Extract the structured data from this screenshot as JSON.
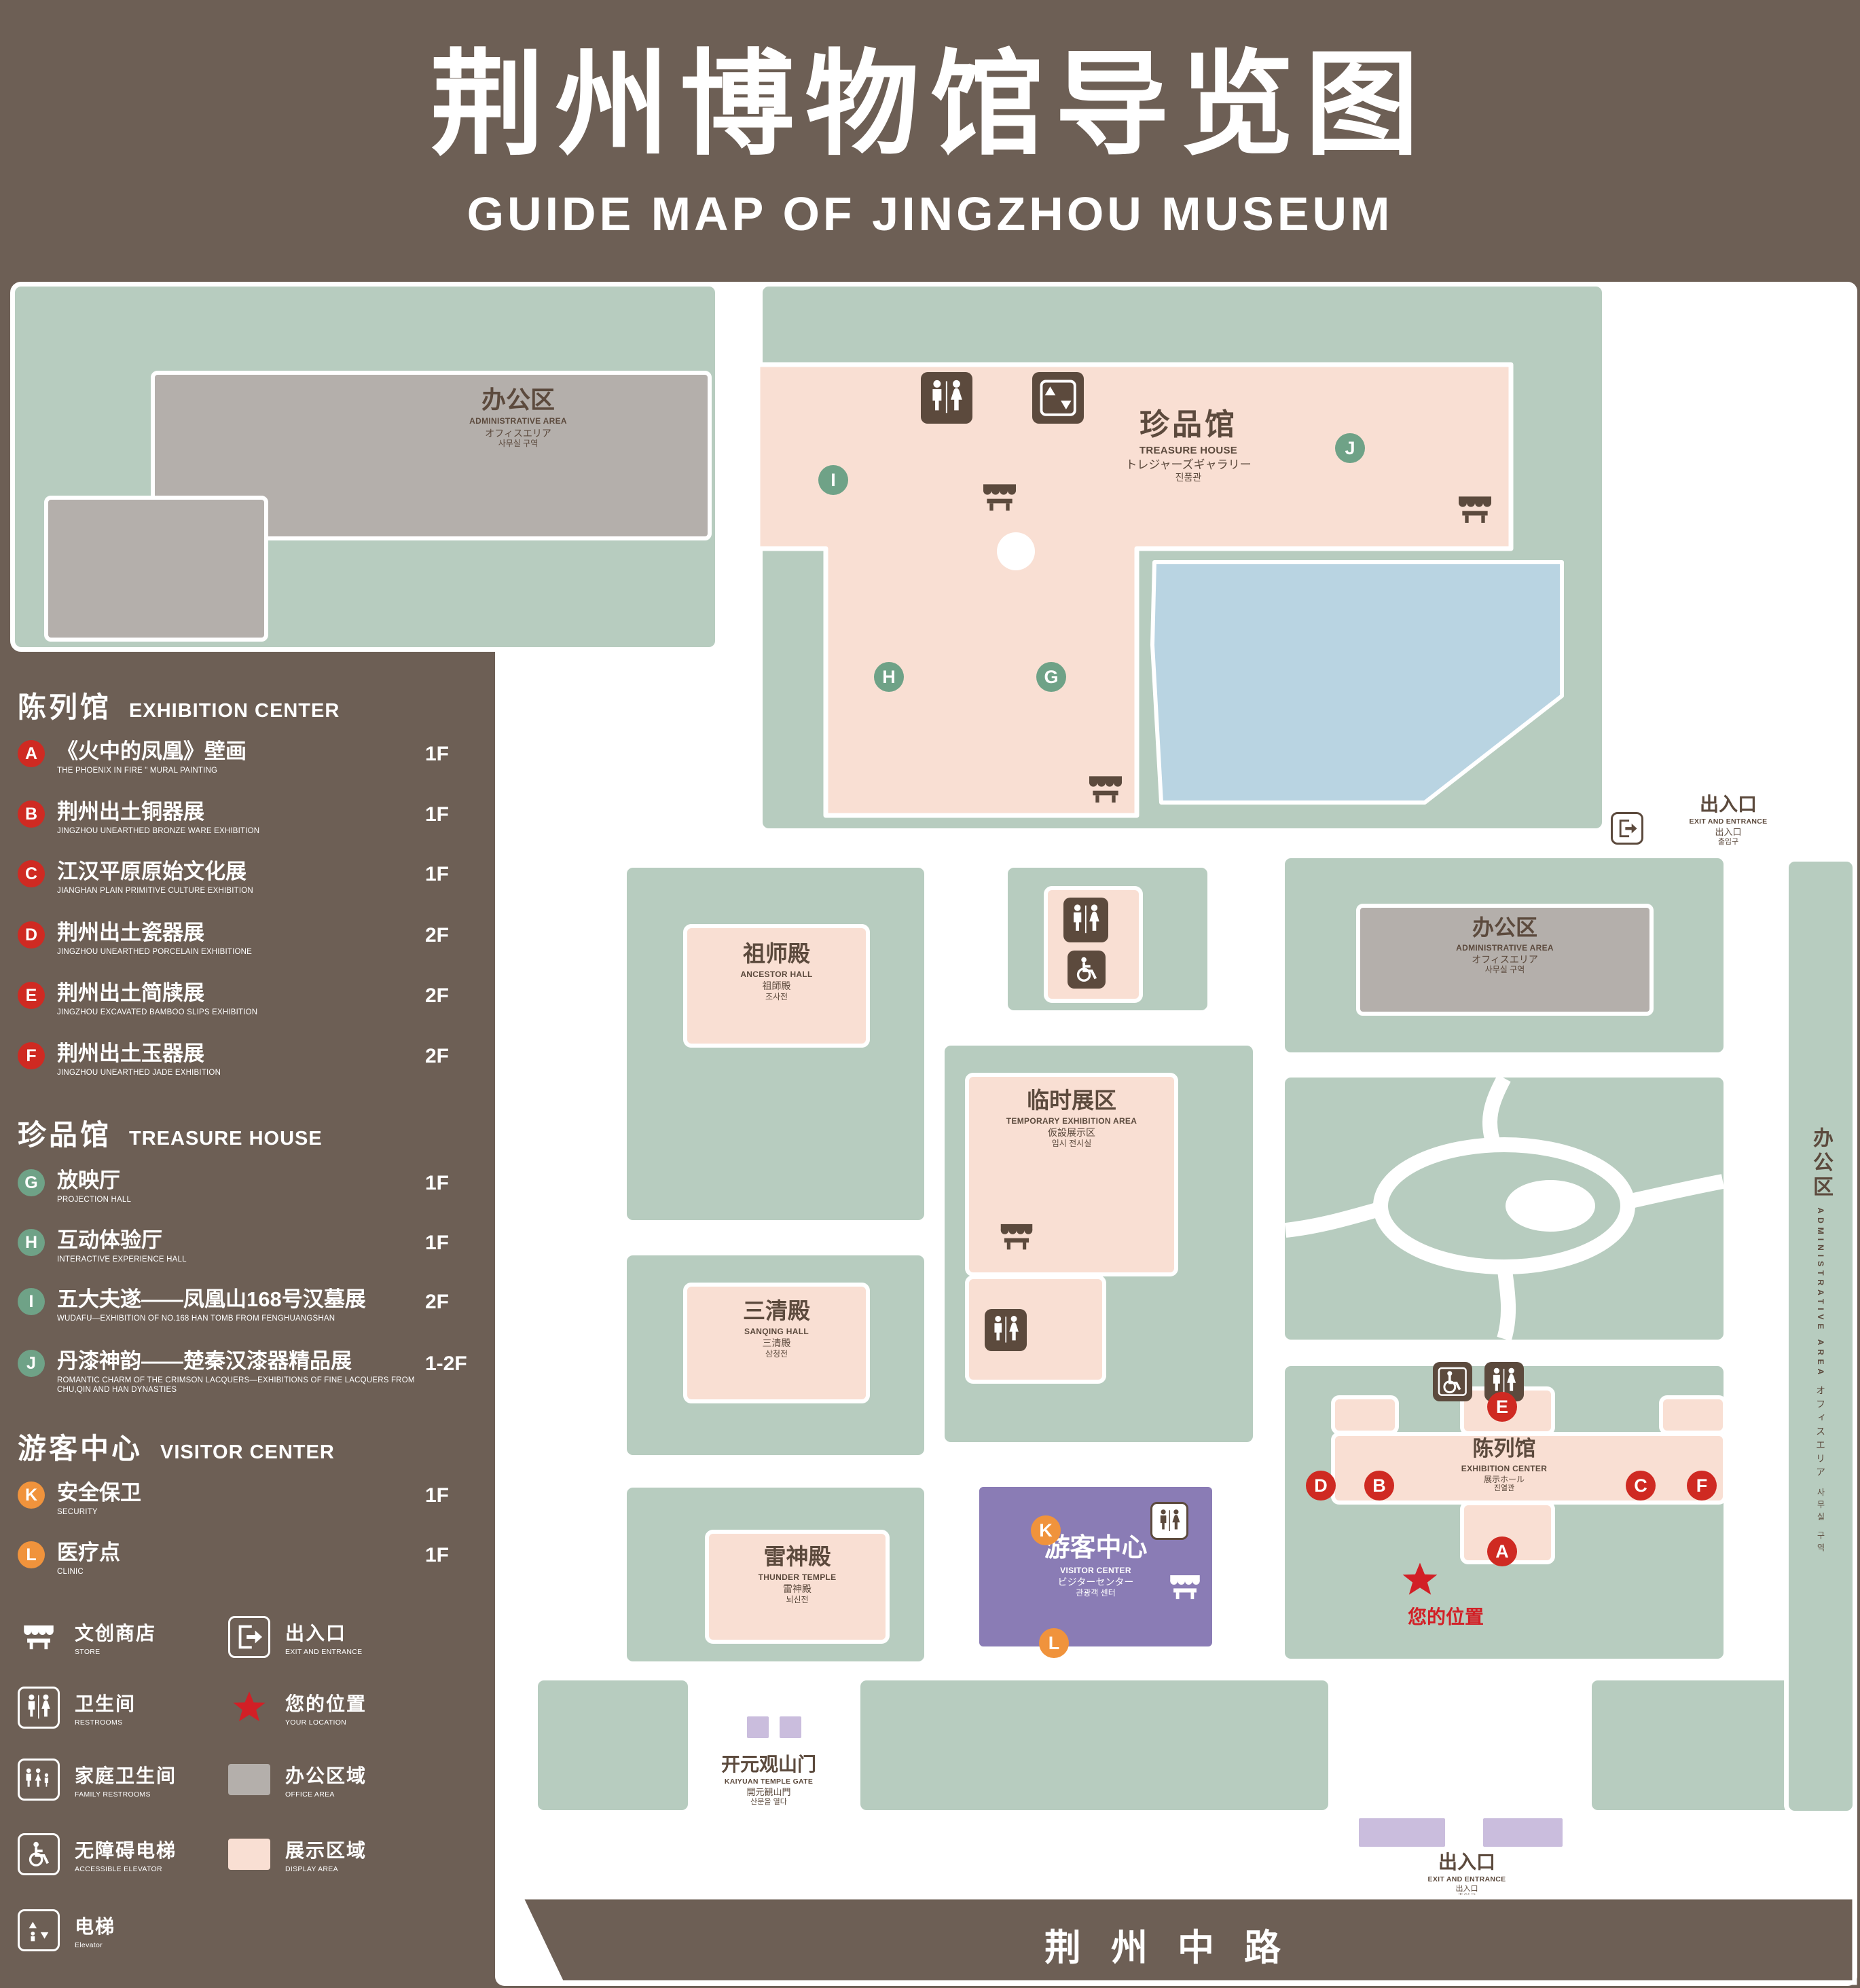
{
  "header": {
    "title_zh": "荆州博物馆导览图",
    "title_en": "GUIDE MAP OF JINGZHOU MUSEUM"
  },
  "colors": {
    "background": "#6d5f55",
    "green_area": "#b7ccbf",
    "display_area_pink": "#f9dfd3",
    "office_area_gray": "#b4afab",
    "pond_blue": "#b9d4e2",
    "visitor_center_purple": "#8a7cb5",
    "entrance_lavender": "#cabddd",
    "marker_red": "#cf2a22",
    "marker_green": "#6fa287",
    "marker_orange": "#f0933c",
    "label_brown": "#5c4a3d",
    "location_red": "#d21f26"
  },
  "legend": {
    "sections": [
      {
        "title_zh": "陈列馆",
        "title_en": "EXHIBITION CENTER",
        "items": [
          {
            "marker": "A",
            "zh": "《火中的凤凰》壁画",
            "en": "THE PHOENIX IN FIRE \" MURAL PAINTING",
            "floor": "1F"
          },
          {
            "marker": "B",
            "zh": "荆州出土铜器展",
            "en": "JINGZHOU UNEARTHED BRONZE WARE EXHIBITION",
            "floor": "1F"
          },
          {
            "marker": "C",
            "zh": "江汉平原原始文化展",
            "en": "JIANGHAN PLAIN PRIMITIVE CULTURE EXHIBITION",
            "floor": "1F"
          },
          {
            "marker": "D",
            "zh": "荆州出土瓷器展",
            "en": "JINGZHOU UNEARTHED PORCELAIN EXHIBITIONE",
            "floor": "2F"
          },
          {
            "marker": "E",
            "zh": "荆州出土简牍展",
            "en": "JINGZHOU EXCAVATED BAMBOO SLIPS EXHIBITION",
            "floor": "2F"
          },
          {
            "marker": "F",
            "zh": "荆州出土玉器展",
            "en": "JINGZHOU UNEARTHED JADE EXHIBITION",
            "floor": "2F"
          }
        ]
      },
      {
        "title_zh": "珍品馆",
        "title_en": "TREASURE HOUSE",
        "items": [
          {
            "marker": "G",
            "zh": "放映厅",
            "en": "PROJECTION HALL",
            "floor": "1F"
          },
          {
            "marker": "H",
            "zh": "互动体验厅",
            "en": "INTERACTIVE EXPERIENCE HALL",
            "floor": "1F"
          },
          {
            "marker": "I",
            "zh": "五大夫遂——凤凰山168号汉墓展",
            "en": "WUDAFU—EXHIBITION OF NO.168 HAN TOMB FROM FENGHUANGSHAN",
            "floor": "2F"
          },
          {
            "marker": "J",
            "zh": "丹漆神韵——楚秦汉漆器精品展",
            "en": "ROMANTIC CHARM OF THE CRIMSON LACQUERS—EXHIBITIONS OF FINE LACQUERS FROM CHU,QIN AND HAN DYNASTIES",
            "floor": "1-2F"
          }
        ]
      },
      {
        "title_zh": "游客中心",
        "title_en": "VISITOR CENTER",
        "items": [
          {
            "marker": "K",
            "zh": "安全保卫",
            "en": "SECURITY",
            "floor": "1F"
          },
          {
            "marker": "L",
            "zh": "医疗点",
            "en": "CLINIC",
            "floor": "1F"
          }
        ]
      }
    ],
    "symbols_col1": [
      {
        "icon": "store-icon",
        "zh": "文创商店",
        "en": "STORE"
      },
      {
        "icon": "restroom-icon",
        "zh": "卫生间",
        "en": "RESTROOMS"
      },
      {
        "icon": "family-restroom-icon",
        "zh": "家庭卫生间",
        "en": "FAMILY RESTROOMS"
      },
      {
        "icon": "accessible-elevator-icon",
        "zh": "无障碍电梯",
        "en": "ACCESSIBLE ELEVATOR"
      },
      {
        "icon": "elevator-icon",
        "zh": "电梯",
        "en": "Elevator"
      }
    ],
    "symbols_col2": [
      {
        "icon": "exit-icon",
        "zh": "出入口",
        "en": "EXIT AND ENTRANCE"
      },
      {
        "icon": "location-star-icon",
        "zh": "您的位置",
        "en": "YOUR LOCATION"
      },
      {
        "icon": "office-area-swatch",
        "zh": "办公区域",
        "en": "OFFICE AREA"
      },
      {
        "icon": "display-area-swatch",
        "zh": "展示区域",
        "en": "DISPLAY AREA"
      }
    ]
  },
  "map": {
    "admin_top": {
      "zh": "办公区",
      "en": "ADMINISTRATIVE AREA",
      "ja": "オフィスエリア",
      "ko": "사무실 구역"
    },
    "treasure_house": {
      "zh": "珍品馆",
      "en": "TREASURE HOUSE",
      "ja": "トレジャーズギャラリー",
      "ko": "진품관"
    },
    "exit_right": {
      "zh": "出入口",
      "en": "EXIT AND ENTRANCE",
      "ja": "出入口",
      "ko": "출입구"
    },
    "admin_right": {
      "zh": "办公区",
      "en": "ADMINISTRATIVE AREA",
      "ja": "オフィスエリア",
      "ko": "사무실 구역"
    },
    "ancestor_hall": {
      "zh": "祖师殿",
      "en": "ANCESTOR HALL",
      "ja": "祖師殿",
      "ko": "조사전"
    },
    "temporary_exhibition": {
      "zh": "临时展区",
      "en": "TEMPORARY EXHIBITION AREA",
      "ja": "仮設展示区",
      "ko": "임시 전시실"
    },
    "sanqing_hall": {
      "zh": "三清殿",
      "en": "SANQING HALL",
      "ja": "三清殿",
      "ko": "삼청전"
    },
    "thunder_temple": {
      "zh": "雷神殿",
      "en": "THUNDER TEMPLE",
      "ja": "雷神殿",
      "ko": "뇌신전"
    },
    "visitor_center": {
      "zh": "游客中心",
      "en": "VISITOR CENTER",
      "ja": "ビジターセンター",
      "ko": "관광객 센터"
    },
    "exhibition_center": {
      "zh": "陈列馆",
      "en": "EXHIBITION CENTER",
      "ja": "展示ホール",
      "ko": "진열관"
    },
    "gate": {
      "zh": "开元观山门",
      "en": "KAIYUAN TEMPLE GATE",
      "ja": "開元観山門",
      "ko": "산문을 열다"
    },
    "exit_bottom": {
      "zh": "出入口",
      "en": "EXIT AND ENTRANCE",
      "ja": "出入口",
      "ko": "출입구"
    },
    "admin_strip": {
      "zh": "办公区",
      "en": "ADMINISTRATIVE AREA",
      "ja": "オフィスエリア",
      "ko": "사무실 구역"
    },
    "your_location": "您的位置",
    "road": "荆州中路"
  }
}
